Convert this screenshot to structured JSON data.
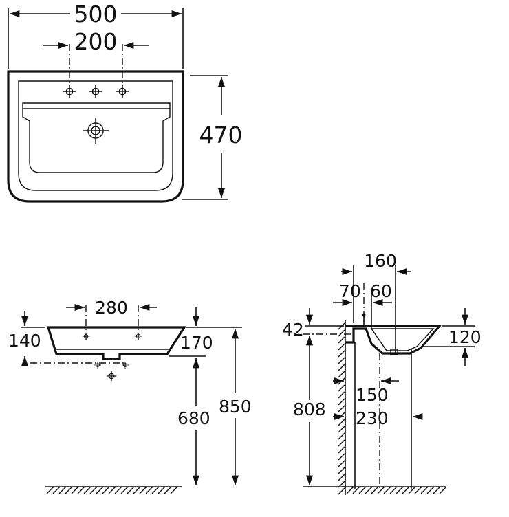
{
  "top_view": {
    "width": "500",
    "tap_spacing": "200",
    "depth": "470"
  },
  "front_view": {
    "hole_spacing": "280",
    "rim_front": "140",
    "rim_back": "170",
    "bottom_height": "680",
    "top_height": "850"
  },
  "side_view": {
    "overall_depth": "160",
    "wall_offset": "70",
    "tap_offset": "60",
    "rim_offset": "42",
    "bowl_height": "120",
    "drain_offset": "150",
    "drain_depth": "230",
    "fixing_height": "808"
  },
  "colors": {
    "line": "#111111",
    "background": "#ffffff"
  }
}
